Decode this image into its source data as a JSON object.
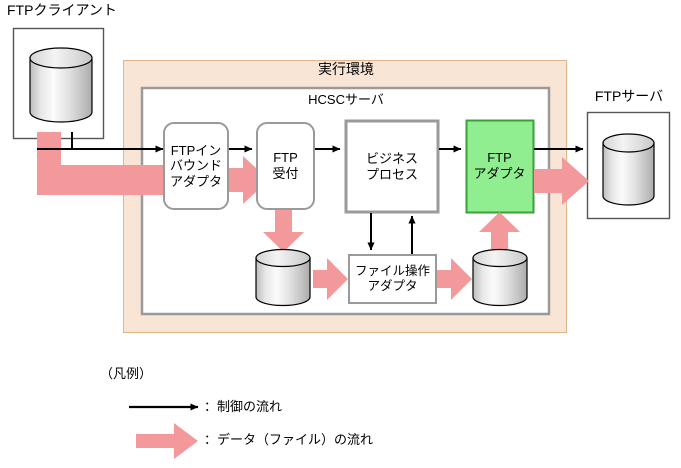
{
  "figure": {
    "title_client": "FTPクライアント",
    "title_server": "FTPサーバ",
    "env_label": "実行環境",
    "hcsc_label": "HCSCサーバ",
    "colors": {
      "env_fill": "#f8e5d5",
      "env_stroke": "#e0b58a",
      "hcsc_fill": "#ffffff",
      "hcsc_stroke": "#9a9a9a",
      "adapter_green_fill": "#90ee90",
      "adapter_green_stroke": "#3aa03a",
      "data_arrow": "#f4999b",
      "control_arrow": "#000000",
      "cylinder_light": "#f2f2f2",
      "cylinder_dark": "#a8a8a8",
      "box_stroke_gray": "#9a9a9a",
      "box_stroke_dark": "#333333"
    }
  },
  "nodes": {
    "ftp_inbound_adapter": "FTPイン\nバウンド\nアダプタ",
    "ftp_reception": "FTP\n受付",
    "business_process": "ビジネス\nプロセス",
    "ftp_adapter": "FTP\nアダプタ",
    "file_operation_adapter": "ファイル操作\nアダプタ"
  },
  "stores": {
    "client_db": "client-file-store",
    "work_db_left": "work-file-store-left",
    "work_db_right": "work-file-store-right",
    "server_db": "server-file-store"
  },
  "legend": {
    "heading": "（凡例）",
    "items": [
      {
        "icon": "thin-black-arrow",
        "label": "：制御の流れ"
      },
      {
        "icon": "thick-pink-arrow",
        "label": "：データ（ファイル）の流れ"
      }
    ]
  }
}
